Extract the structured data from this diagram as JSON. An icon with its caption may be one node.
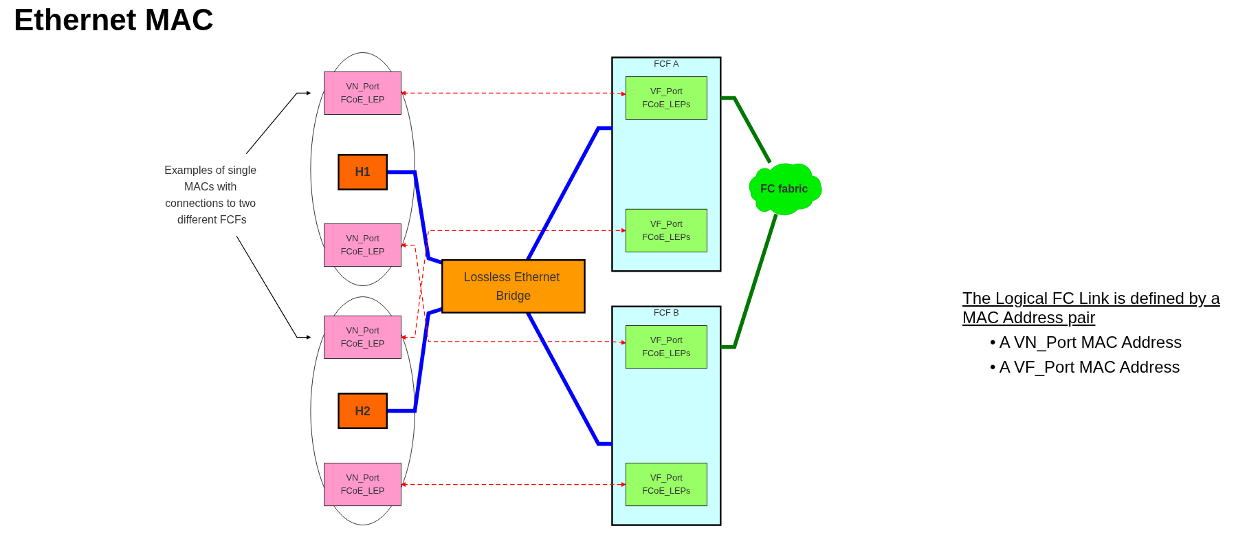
{
  "diagram": {
    "title": "Ethernet MAC",
    "nodes": [
      {
        "text": [
          "Examples of single MACs with connections to two different FCFs"
        ]
      },
      {
        "text": [],
        "shape": "circle"
      },
      {
        "text": [
          "VN_Port",
          "FCoE_LEP"
        ],
        "in": 1
      },
      {
        "text": [
          "H1"
        ],
        "in": 1
      },
      {
        "text": [
          "VN_Port",
          "FCoE_LEP"
        ],
        "in": 1
      },
      {
        "text": [],
        "shape": "circle"
      },
      {
        "text": [
          "VN_Port",
          "FCoE_LEP"
        ],
        "in": 5
      },
      {
        "text": [
          "H2"
        ],
        "in": 5
      },
      {
        "text": [
          "VN_Port",
          "FCoE_LEP"
        ],
        "in": 5
      },
      {
        "text": [
          "Lossless Ethernet Bridge"
        ]
      },
      {
        "text": [
          "FCF A"
        ]
      },
      {
        "text": [
          "VF_Port",
          "FCoE_LEPs"
        ],
        "in": 10
      },
      {
        "text": [
          "VF_Port",
          "FCoE_LEPs"
        ],
        "in": 10
      },
      {
        "text": [
          "FCF B"
        ]
      },
      {
        "text": [
          "VF_Port",
          "FCoE_LEPs"
        ],
        "in": 13
      },
      {
        "text": [
          "VF_Port",
          "FCoE_LEPs"
        ],
        "in": 13
      },
      {
        "text": [
          "FC fabric"
        ]
      }
    ],
    "edges": [
      {
        "from": 0,
        "to": 1,
        "arrow": "to",
        "color": "#000000"
      },
      {
        "from": 0,
        "to": 5,
        "arrow": "to",
        "color": "#000000"
      },
      {
        "from": 3,
        "to": 9,
        "arrow": "none",
        "style": "thick",
        "color": "#0000ff"
      },
      {
        "from": 7,
        "to": 9,
        "arrow": "none",
        "style": "thick",
        "color": "#0000ff"
      },
      {
        "from": 9,
        "to": 10,
        "arrow": "none",
        "style": "thick",
        "color": "#0000ff"
      },
      {
        "from": 9,
        "to": 13,
        "arrow": "none",
        "style": "thick",
        "color": "#0000ff"
      },
      {
        "from": 10,
        "to": 16,
        "arrow": "none",
        "style": "thick",
        "color": "#007700"
      },
      {
        "from": 13,
        "to": 16,
        "arrow": "none",
        "style": "thick",
        "color": "#007700"
      },
      {
        "from": 2,
        "to": 11,
        "arrow": "both",
        "style": "dashed",
        "color": "#ff0000"
      },
      {
        "from": 4,
        "to": 14,
        "arrow": "both",
        "style": "dashed",
        "color": "#ff0000"
      },
      {
        "from": 6,
        "to": 12,
        "arrow": "both",
        "style": "dashed",
        "color": "#ff0000"
      },
      {
        "from": 8,
        "to": 15,
        "arrow": "both",
        "style": "dashed",
        "color": "#ff0000"
      }
    ],
    "labels": [
      "The Logical FC Link is defined by a MAC Address pair",
      "• A VN_Port MAC Address",
      "• A VF_Port MAC Address"
    ]
  }
}
